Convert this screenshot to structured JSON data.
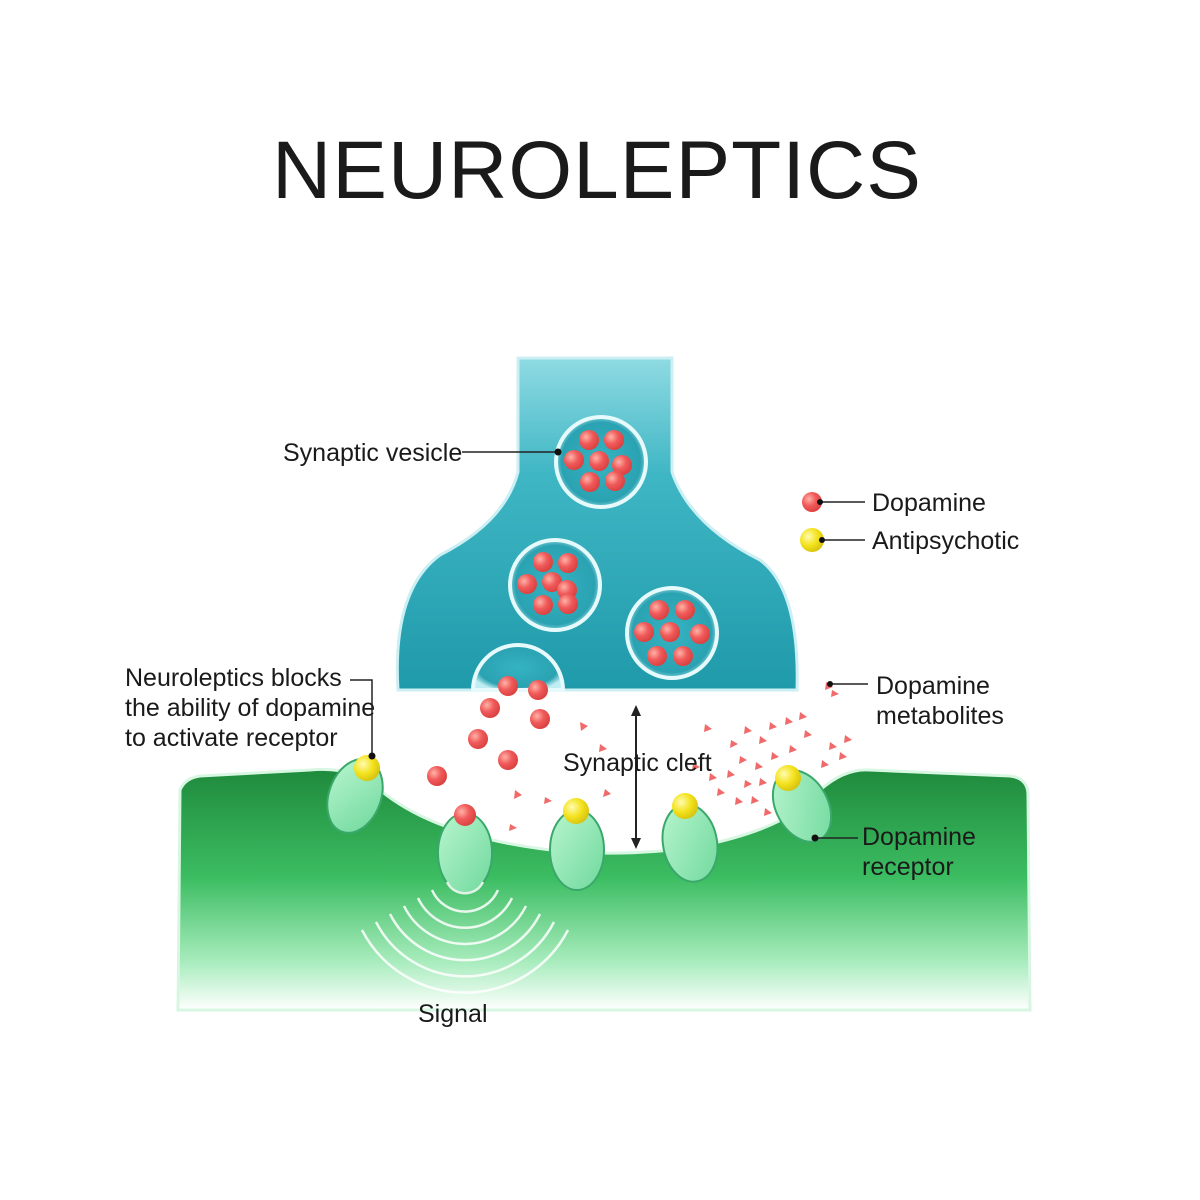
{
  "title": "NEUROLEPTICS",
  "labels": {
    "synaptic_vesicle": "Synaptic vesicle",
    "dopamine": "Dopamine",
    "antipsychotic": "Antipsychotic",
    "blocks_line1": "Neuroleptics blocks",
    "blocks_line2": "the ability of dopamine",
    "blocks_line3": "to activate receptor",
    "metabolites_line1": "Dopamine",
    "metabolites_line2": "metabolites",
    "synaptic_cleft": "Synaptic cleft",
    "receptor_line1": "Dopamine",
    "receptor_line2": "receptor",
    "signal": "Signal"
  },
  "colors": {
    "presynaptic": "#2aa9b8",
    "postsynaptic": "#2fb060",
    "receptor": "#8be6b0",
    "dopamine": "#f05a5a",
    "antipsychotic": "#f3e21c",
    "metabolite": "#f06a6a"
  }
}
